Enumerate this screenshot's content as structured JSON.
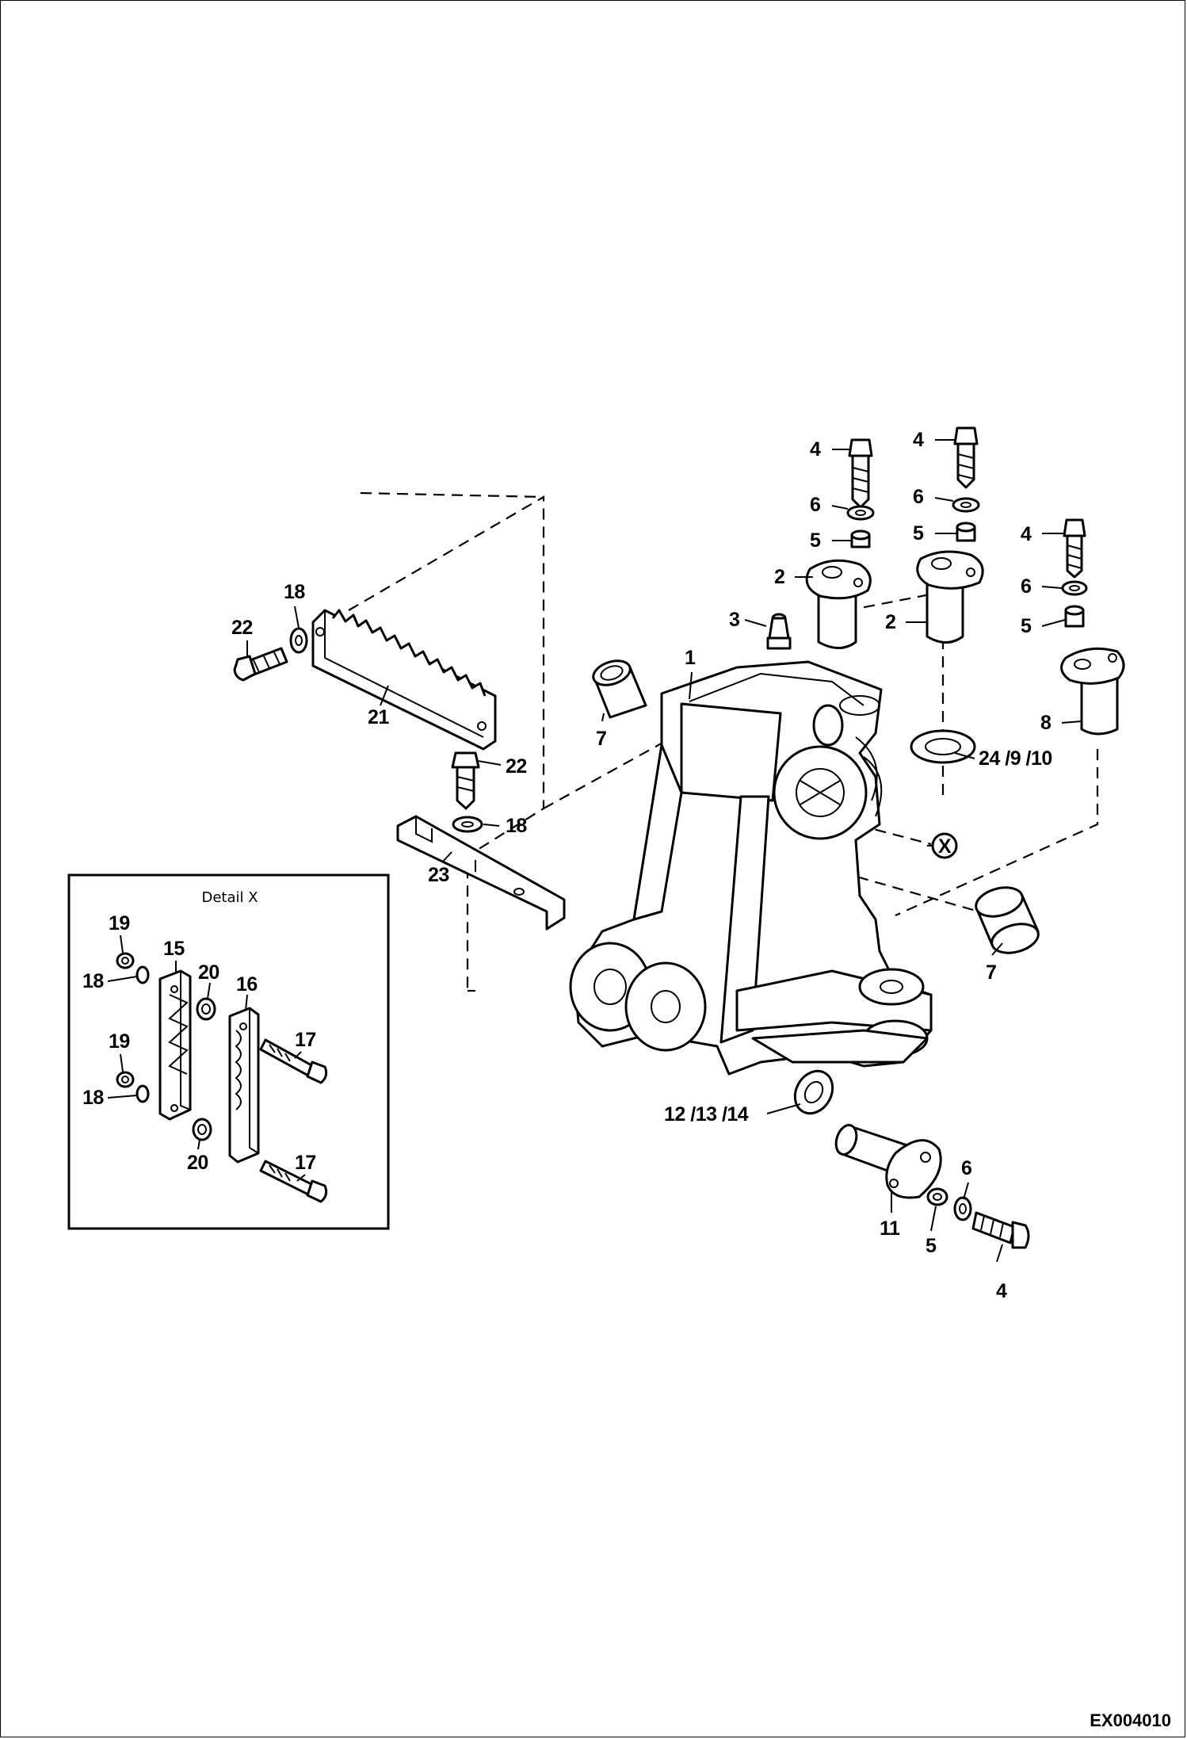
{
  "drawing_code": "EX004010",
  "detail_title": "Detail X",
  "detail_marker": "X",
  "callouts": {
    "c1": "1",
    "c2a": "2",
    "c2b": "2",
    "c3": "3",
    "c4a": "4",
    "c4b": "4",
    "c4c": "4",
    "c4d": "4",
    "c5a": "5",
    "c5b": "5",
    "c5c": "5",
    "c5d": "5",
    "c6a": "6",
    "c6b": "6",
    "c6c": "6",
    "c6d": "6",
    "c7a": "7",
    "c7b": "7",
    "c8": "8",
    "c11": "11",
    "c12": "12 /13 /14",
    "c15": "15",
    "c16": "16",
    "c17a": "17",
    "c17b": "17",
    "c18a": "18",
    "c18b": "18",
    "c18c": "18",
    "c18d": "18",
    "c19a": "19",
    "c19b": "19",
    "c20a": "20",
    "c20b": "20",
    "c21": "21",
    "c22a": "22",
    "c22b": "22",
    "c23": "23",
    "c24": "24 /9 /10"
  }
}
